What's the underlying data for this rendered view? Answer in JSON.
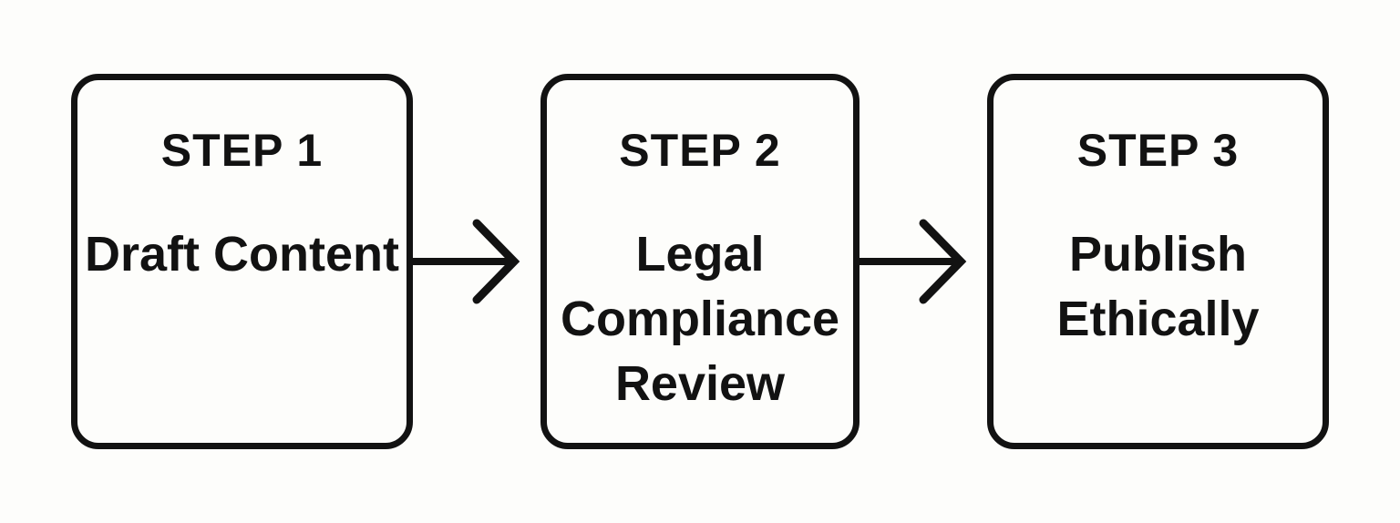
{
  "page": {
    "background_color": "#FDFDFB",
    "ink_color": "#121212"
  },
  "diagram": {
    "type": "flowchart",
    "direction": "left-to-right",
    "steps": [
      {
        "label": "STEP 1",
        "title": "Draft Content"
      },
      {
        "label": "STEP 2",
        "title": "Legal Compliance Review"
      },
      {
        "label": "STEP 3",
        "title": "Publish Ethically"
      }
    ],
    "connector": "arrow-right"
  }
}
